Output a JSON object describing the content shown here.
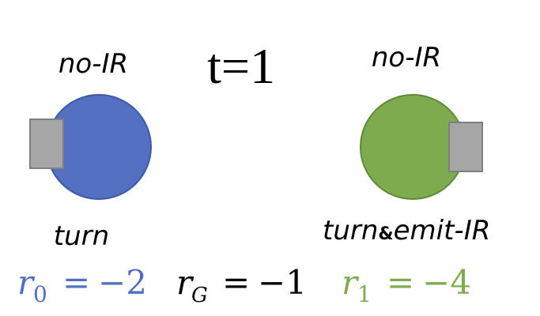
{
  "time_label": "t=1",
  "colors": {
    "robot0": "#5470c2",
    "robot0_stroke": "#3f59a7",
    "robot1": "#7fab4f",
    "robot1_stroke": "#5f8a37",
    "sensor": "#a6a6a6",
    "sensor_stroke": "#7f7f7f",
    "text": "#000000"
  },
  "robot0": {
    "obs_label": "no-IR",
    "action_label": "turn",
    "icon": "blue-robot-circle"
  },
  "robot1": {
    "obs_label": "no-IR",
    "action_label_main": "turn",
    "action_label_amp": "&",
    "action_label_rest": "emit-IR",
    "icon": "green-robot-circle"
  },
  "rewards": {
    "r0": {
      "sym": "r",
      "sub": "0",
      "rel": "=",
      "value": "−2",
      "color": "#5470c2"
    },
    "rG": {
      "sym": "r",
      "sub": "G",
      "rel": "=",
      "value": "−1",
      "color": "#000000"
    },
    "r1": {
      "sym": "r",
      "sub": "1",
      "rel": "=",
      "value": "−4",
      "color": "#7fab4f"
    }
  }
}
